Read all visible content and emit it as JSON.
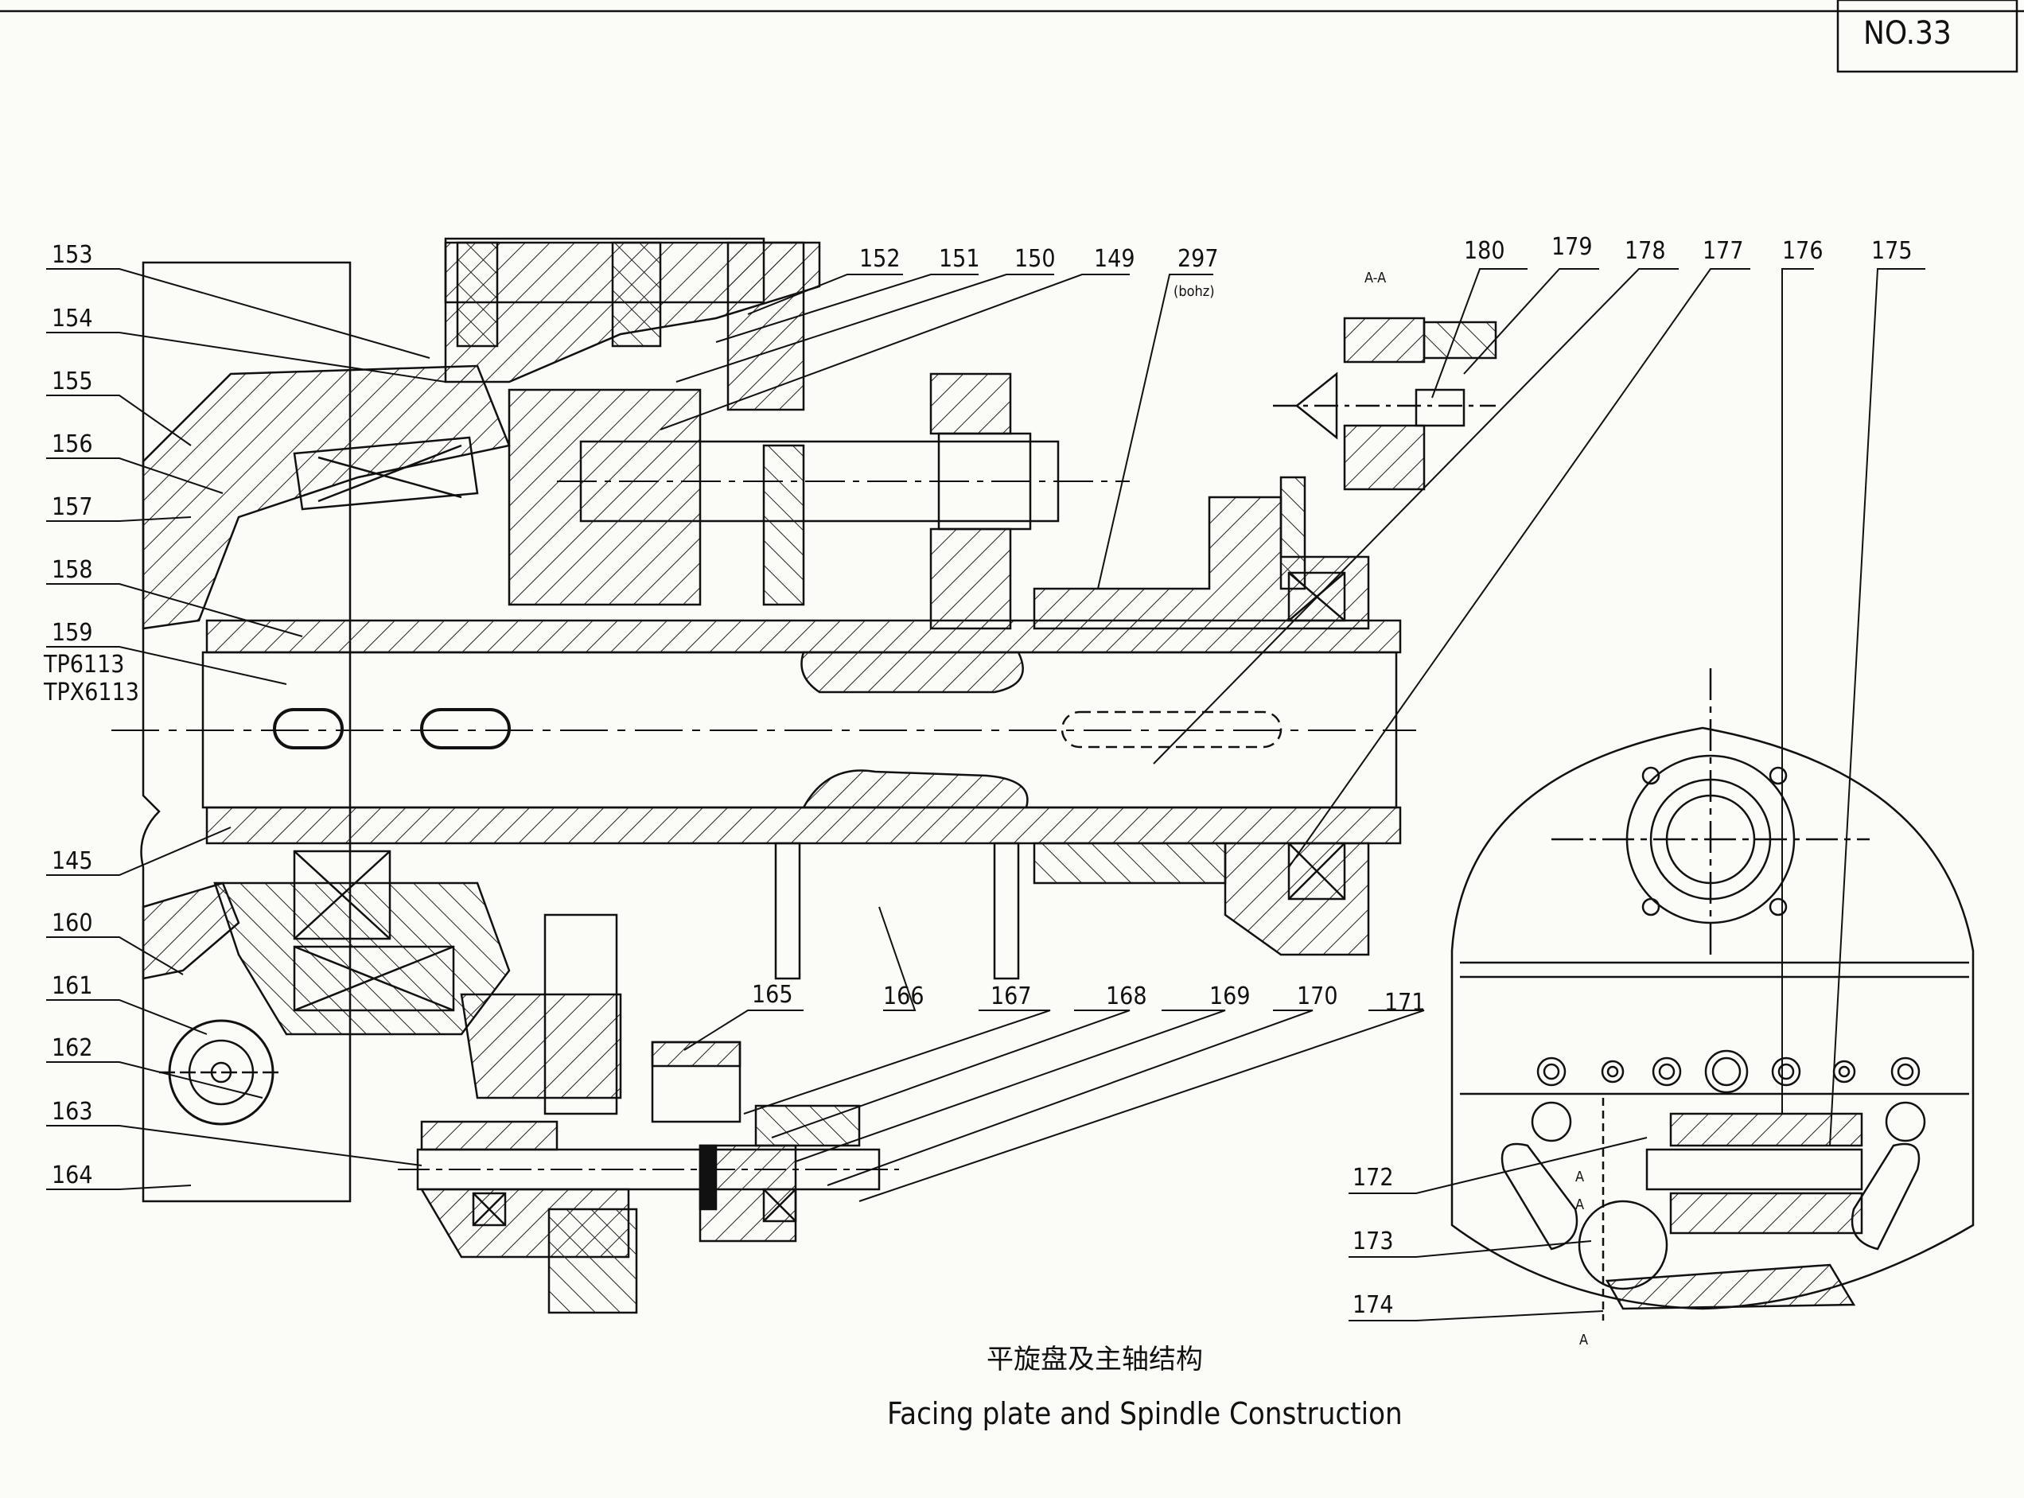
{
  "sheet_number": "NO.33",
  "caption_cn": "平旋盘及主轴结构",
  "caption_en": "Facing plate and Spindle Construction",
  "section_label": "A-A",
  "section_marks": [
    "A",
    "A",
    "A"
  ],
  "model_labels": [
    "TP6113",
    "TPX6113"
  ],
  "note_297": "(bohz)",
  "callouts": {
    "153": "153",
    "154": "154",
    "155": "155",
    "156": "156",
    "157": "157",
    "158": "158",
    "159": "159",
    "145": "145",
    "160": "160",
    "161": "161",
    "162": "162",
    "163": "163",
    "164": "164",
    "152": "152",
    "151": "151",
    "150": "150",
    "149": "149",
    "297": "297",
    "180": "180",
    "179": "179",
    "178": "178",
    "177": "177",
    "176": "176",
    "175": "175",
    "165": "165",
    "166": "166",
    "167": "167",
    "168": "168",
    "169": "169",
    "170": "170",
    "171": "171",
    "172": "172",
    "173": "173",
    "174": "174"
  }
}
